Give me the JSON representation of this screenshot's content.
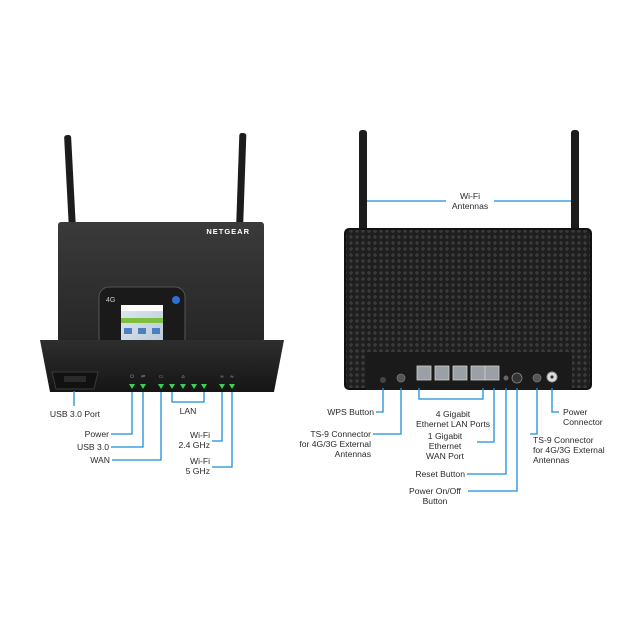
{
  "brand": "NETGEAR",
  "front_panel_labels": {
    "usb_port": "USB 3.0 Port",
    "power": "Power",
    "usb30": "USB 3.0",
    "wan": "WAN",
    "lan": "LAN",
    "wifi24": "Wi-Fi\n2.4 GHz",
    "wifi5": "Wi-Fi\n5 GHz"
  },
  "rear_panel_labels": {
    "antennas": "Wi-Fi\nAntennas",
    "wps": "WPS Button",
    "ts9_left": "TS-9 Connector\nfor 4G/3G External\nAntennas",
    "lan_ports": "4 Gigabit\nEthernet LAN Ports",
    "wan_port": "1 Gigabit\nEthernet\nWAN Port",
    "reset": "Reset Button",
    "power_switch": "Power On/Off\nButton",
    "power_connector": "Power\nConnector",
    "ts9_right": "TS-9 Connector\nfor 4G/3G External\nAntennas"
  },
  "colors": {
    "callout_line": "#1a8fd6",
    "device_body": "#2a2a2a",
    "led_green": "#3ecf5a"
  },
  "screen_text": {
    "badge": "4G"
  }
}
